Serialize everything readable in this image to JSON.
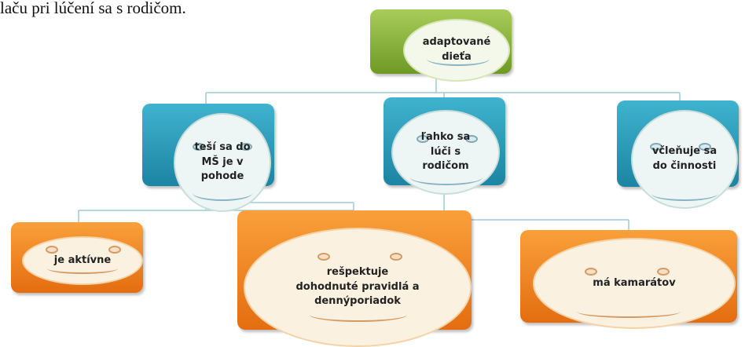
{
  "text_fragment": "laču pri lúčení sa s rodičom.",
  "root": {
    "label": "adaptované\ndieťa"
  },
  "level1": [
    {
      "label": "teší sa do\nMŠ je v\npohode"
    },
    {
      "label": "ľahko sa\nlúči s\nrodičom"
    },
    {
      "label": "včleňuje sa\ndo činnosti"
    }
  ],
  "level2": [
    {
      "label": "je aktívne"
    },
    {
      "label": "rešpektuje\ndohodnuté pravidlá a\ndennýporiadok"
    },
    {
      "label": "má kamarátov"
    }
  ],
  "colors": {
    "root": "#8ab53a",
    "level1": "#2a9bbb",
    "level2": "#f08a20",
    "connector": "#9ccad8"
  }
}
